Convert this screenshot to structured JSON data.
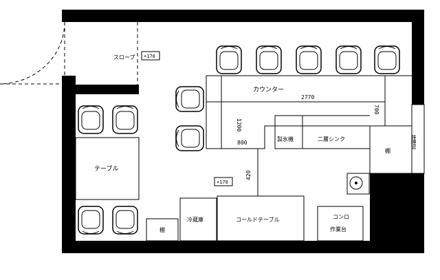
{
  "rooms": {
    "slope": "スロープ",
    "counter": "カウンター",
    "ice_machine": "製氷機",
    "double_sink": "二層シンク",
    "shelf_right": "棚",
    "exhaust_window": "排煙窓",
    "table": "テーブル",
    "shelf_bottom": "棚",
    "refrigerator": "冷蔵庫",
    "cold_table": "コールドテーブル",
    "stove_line1": "コンロ",
    "stove_line2": "作業台"
  },
  "dimensions": {
    "counter_length": "2770",
    "counter_depth_left": "1200",
    "aisle_width": "800",
    "counter_depth_right": "700",
    "passage": "420"
  },
  "level_tags": {
    "entrance": "+170",
    "kitchen": "+170"
  }
}
